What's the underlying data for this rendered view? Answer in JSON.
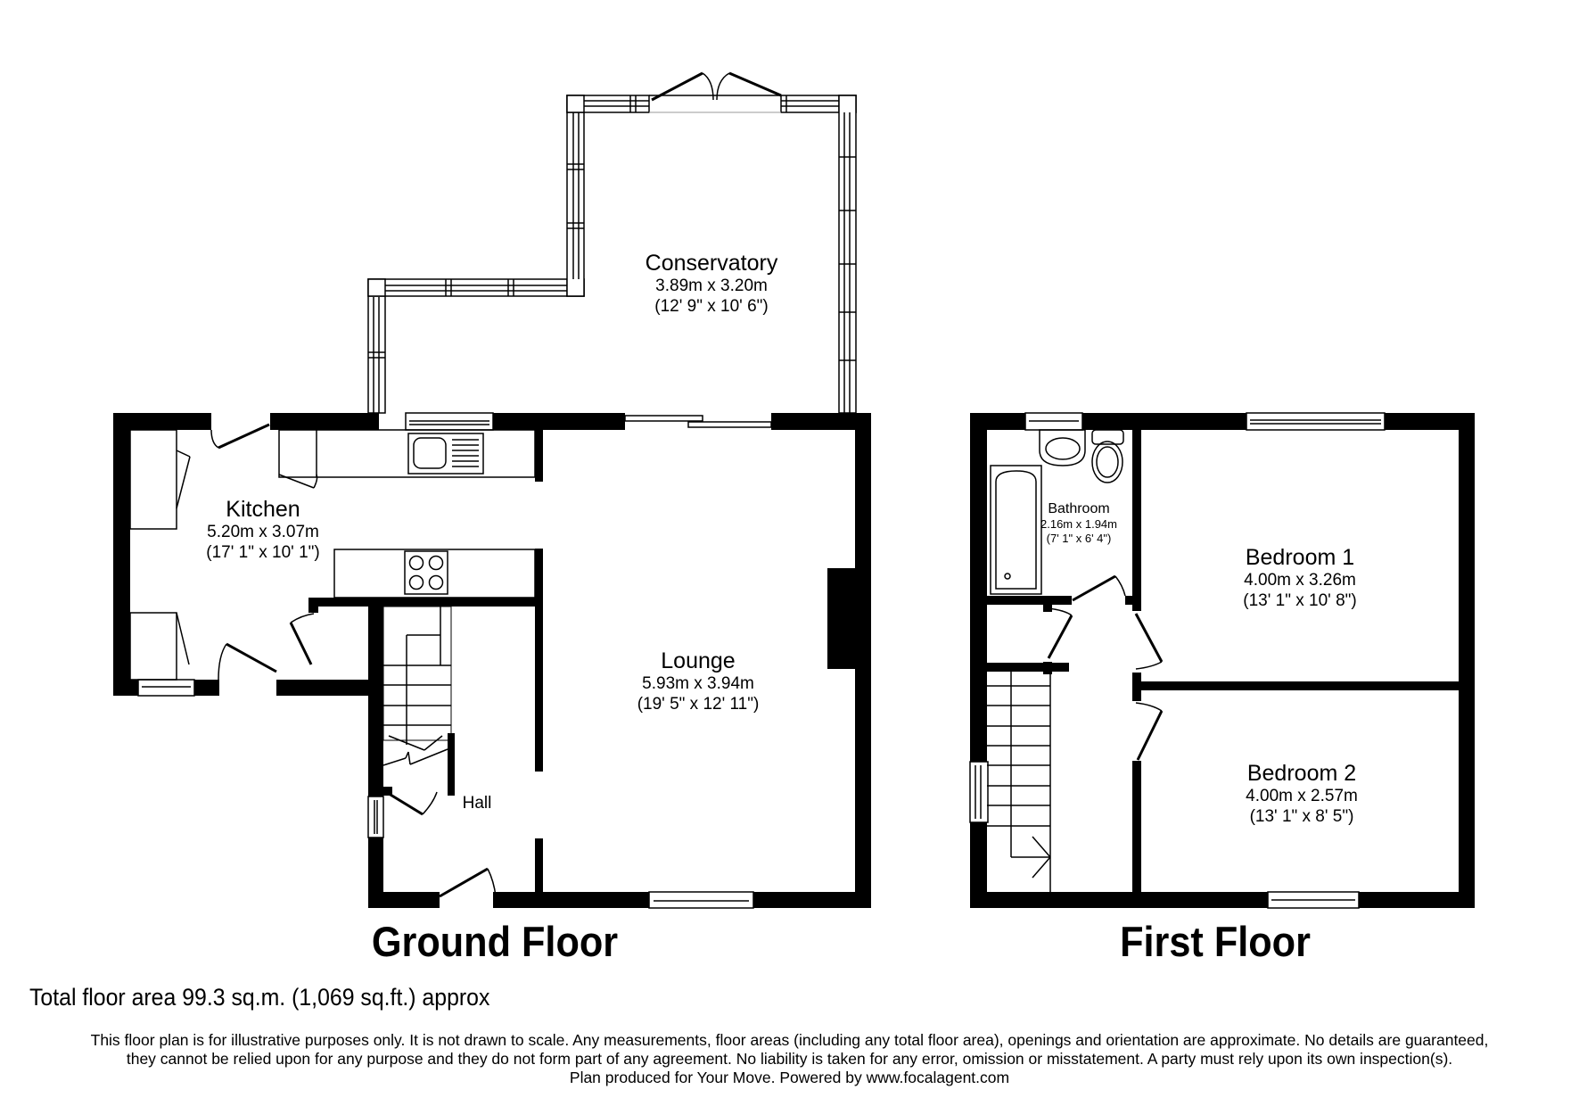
{
  "ground_floor": {
    "title": "Ground Floor",
    "rooms": [
      {
        "name": "Conservatory",
        "metric": "3.89m x 3.20m",
        "imperial": "(12' 9\" x 10' 6\")"
      },
      {
        "name": "Kitchen",
        "metric": "5.20m x 3.07m",
        "imperial": "(17' 1\" x 10' 1\")"
      },
      {
        "name": "Lounge",
        "metric": "5.93m x 3.94m",
        "imperial": "(19' 5\" x 12' 11\")"
      },
      {
        "name": "Hall",
        "metric": "",
        "imperial": ""
      }
    ]
  },
  "first_floor": {
    "title": "First Floor",
    "rooms": [
      {
        "name": "Bathroom",
        "metric": "2.16m x 1.94m",
        "imperial": "(7' 1\" x 6' 4\")"
      },
      {
        "name": "Bedroom 1",
        "metric": "4.00m x 3.26m",
        "imperial": "(13' 1\" x 10' 8\")"
      },
      {
        "name": "Bedroom 2",
        "metric": "4.00m x 2.57m",
        "imperial": "(13' 1\" x 8' 5\")"
      }
    ]
  },
  "footer": {
    "total_area": "Total floor area 99.3 sq.m. (1,069 sq.ft.) approx",
    "disclaimer_lines": [
      "This floor plan is for illustrative purposes only. It is not drawn to scale. Any measurements, floor areas (including any total floor area), openings and orientation are approximate. No details are guaranteed,",
      "they cannot be relied upon for any purpose and they do not form part of any agreement. No liability is taken for any error, omission or misstatement. A party must rely upon its own inspection(s).",
      "Plan produced for Your Move. Powered by www.focalagent.com"
    ]
  },
  "colors": {
    "wall": "#000000",
    "background": "#ffffff"
  }
}
